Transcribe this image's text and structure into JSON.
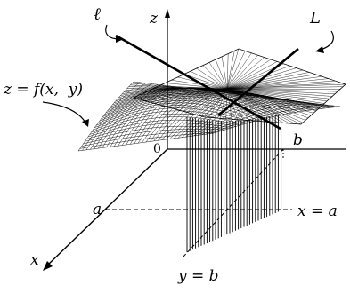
{
  "labels": {
    "z_axis": "z",
    "x_axis": "x",
    "origin": "0",
    "ell": "ℓ",
    "L": "L",
    "surface": "z = f(x,  y)",
    "a": "a",
    "b": "b",
    "x_eq_a": "x = a",
    "y_eq_b": "y = b"
  }
}
